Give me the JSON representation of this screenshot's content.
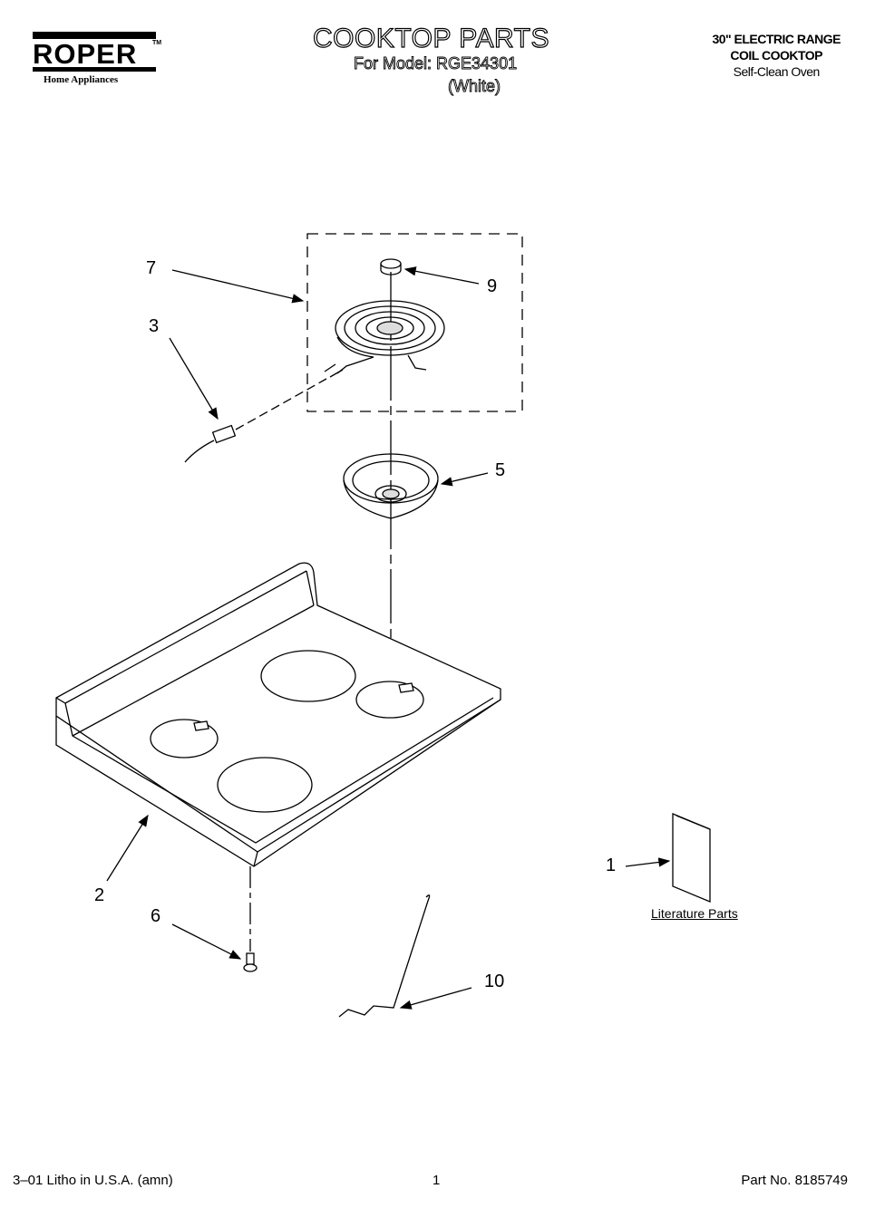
{
  "header": {
    "brand": "ROPER",
    "trademark": "TM",
    "brand_sub": "Home Appliances",
    "title": "COOKTOP PARTS",
    "model_line": "For Model: RGE34301",
    "color": "(White)",
    "product_lines": [
      "30\" ELECTRIC RANGE",
      "COIL COOKTOP",
      "Self-Clean Oven"
    ]
  },
  "callouts": {
    "p1": "1",
    "p2": "2",
    "p3": "3",
    "p5": "5",
    "p6": "6",
    "p7": "7",
    "p9": "9",
    "p10": "10"
  },
  "literature_label": "Literature Parts",
  "footer": {
    "left": "3–01 Litho in U.S.A. (amn)",
    "page": "1",
    "part_no": "Part No. 8185749"
  }
}
